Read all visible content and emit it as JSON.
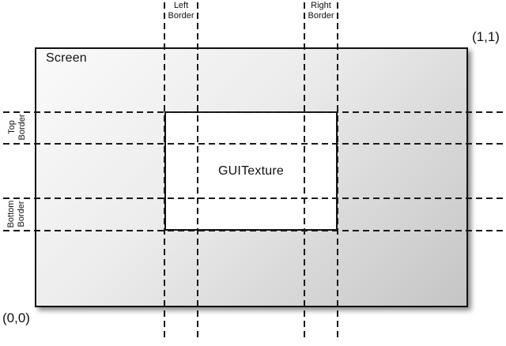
{
  "labels": {
    "screen": "Screen",
    "guitexture": "GUITexture",
    "origin_coord": "(0,0)",
    "top_right_coord": "(1,1)",
    "left_border": {
      "line1": "Left",
      "line2": "Border"
    },
    "right_border": {
      "line1": "Right",
      "line2": "Border"
    },
    "top_border": {
      "line1": "Top",
      "line2": "Border"
    },
    "bottom_border": {
      "line1": "Bottom",
      "line2": "Border"
    }
  },
  "colors": {
    "outline": "#111111",
    "dashed_guide": "#1a1a1a",
    "screen_gradient_top_left": "#fafafa",
    "screen_gradient_bottom_right": "#c5c5c5",
    "guitexture_fill": "#ffffff",
    "page_background": "#ffffff",
    "text": "#111111"
  }
}
